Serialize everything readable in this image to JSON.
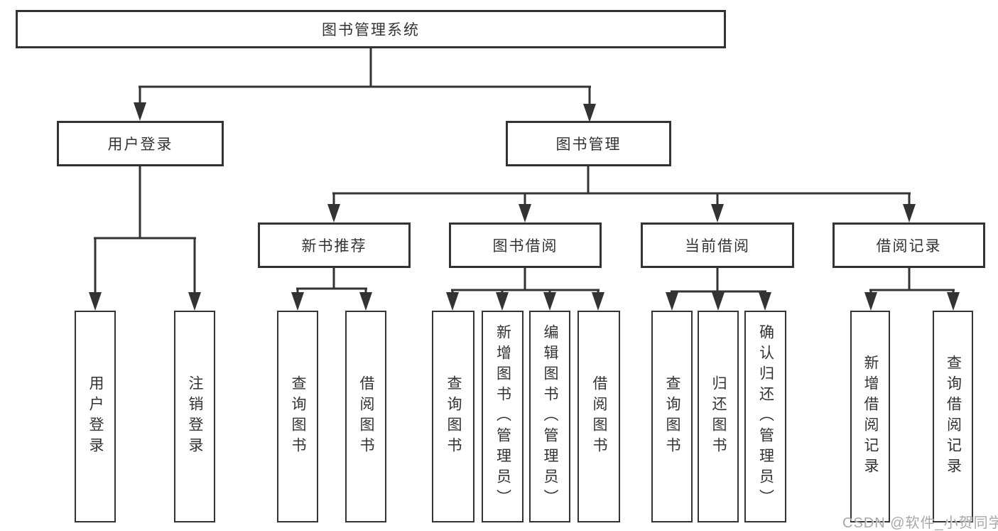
{
  "root": {
    "label": "图书管理系统"
  },
  "branches": [
    {
      "label": "用户登录",
      "children": [
        {
          "label": "用户登录"
        },
        {
          "label": "注销登录"
        }
      ]
    },
    {
      "label": "图书管理",
      "groups": [
        {
          "label": "新书推荐",
          "children": [
            {
              "label": "查询图书"
            },
            {
              "label": "借阅图书"
            }
          ]
        },
        {
          "label": "图书借阅",
          "children": [
            {
              "label": "查询图书"
            },
            {
              "label": "新增图书（管理员）"
            },
            {
              "label": "编辑图书（管理员）"
            },
            {
              "label": "借阅图书"
            }
          ]
        },
        {
          "label": "当前借阅",
          "children": [
            {
              "label": "查询图书"
            },
            {
              "label": "归还图书"
            },
            {
              "label": "确认归还（管理员）"
            }
          ]
        },
        {
          "label": "借阅记录",
          "children": [
            {
              "label": "新增借阅记录"
            },
            {
              "label": "查询借阅记录"
            }
          ]
        }
      ]
    }
  ],
  "watermark": "CSDN @软件_小贺同学",
  "colors": {
    "line": "#333333",
    "text": "#333333",
    "background": "#ffffff",
    "watermark": "#a8a8a8"
  }
}
